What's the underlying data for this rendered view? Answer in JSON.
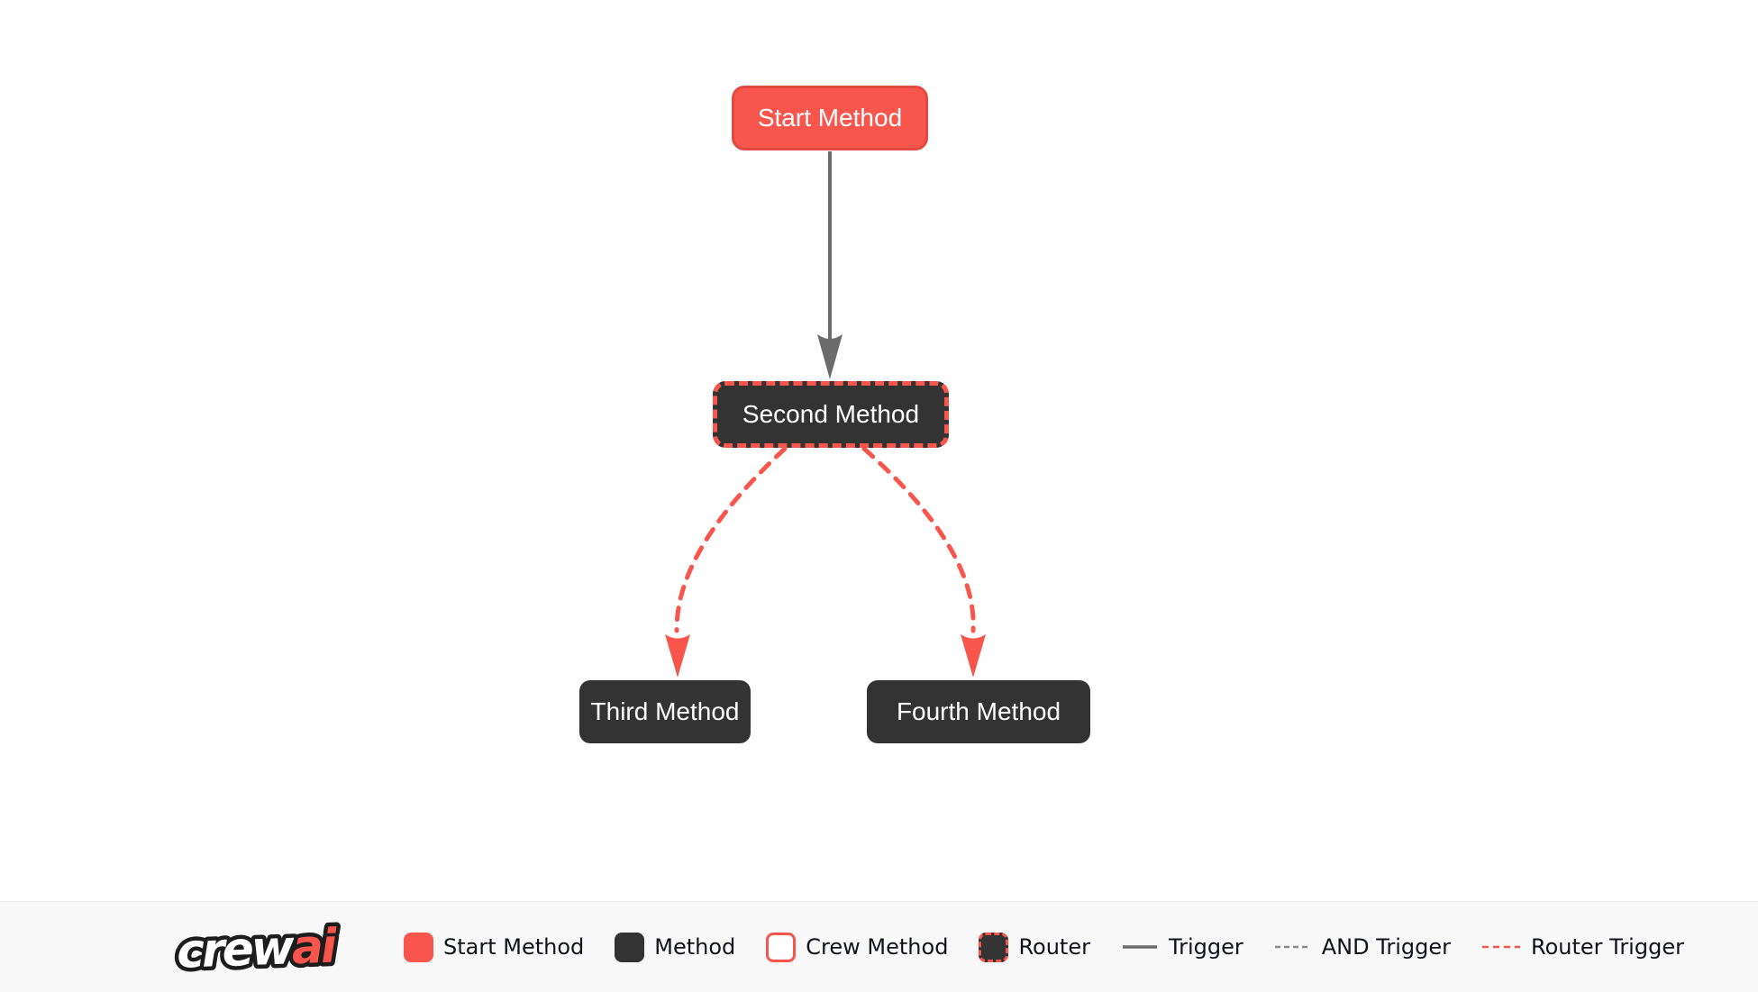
{
  "diagram": {
    "nodes": [
      {
        "id": "start",
        "label": "Start Method",
        "type": "start-method"
      },
      {
        "id": "second",
        "label": "Second Method",
        "type": "router"
      },
      {
        "id": "third",
        "label": "Third Method",
        "type": "method"
      },
      {
        "id": "fourth",
        "label": "Fourth Method",
        "type": "method"
      }
    ],
    "edges": [
      {
        "from": "Start Method",
        "to": "Second Method",
        "type": "trigger"
      },
      {
        "from": "Second Method",
        "to": "Third Method",
        "type": "router-trigger"
      },
      {
        "from": "Second Method",
        "to": "Fourth Method",
        "type": "router-trigger"
      }
    ]
  },
  "legend": {
    "logo": {
      "part1": "crew",
      "part2": "ai"
    },
    "items": [
      {
        "label": "Start Method",
        "swatch": "start-node-swatch"
      },
      {
        "label": "Method",
        "swatch": "method-node-swatch"
      },
      {
        "label": "Crew Method",
        "swatch": "crew-node-swatch"
      },
      {
        "label": "Router",
        "swatch": "router-node-swatch"
      },
      {
        "label": "Trigger",
        "swatch": "trigger-line-swatch"
      },
      {
        "label": "AND Trigger",
        "swatch": "and-trigger-line-swatch"
      },
      {
        "label": "Router Trigger",
        "swatch": "router-trigger-line-swatch"
      }
    ]
  },
  "colors": {
    "accent_red": "#F8564D",
    "node_dark": "#333333",
    "edge_gray": "#666666",
    "and_trigger_gray": "#8A8A8A",
    "legend_background": "#F8F8F9",
    "canvas_background": "#FFFFFF"
  }
}
